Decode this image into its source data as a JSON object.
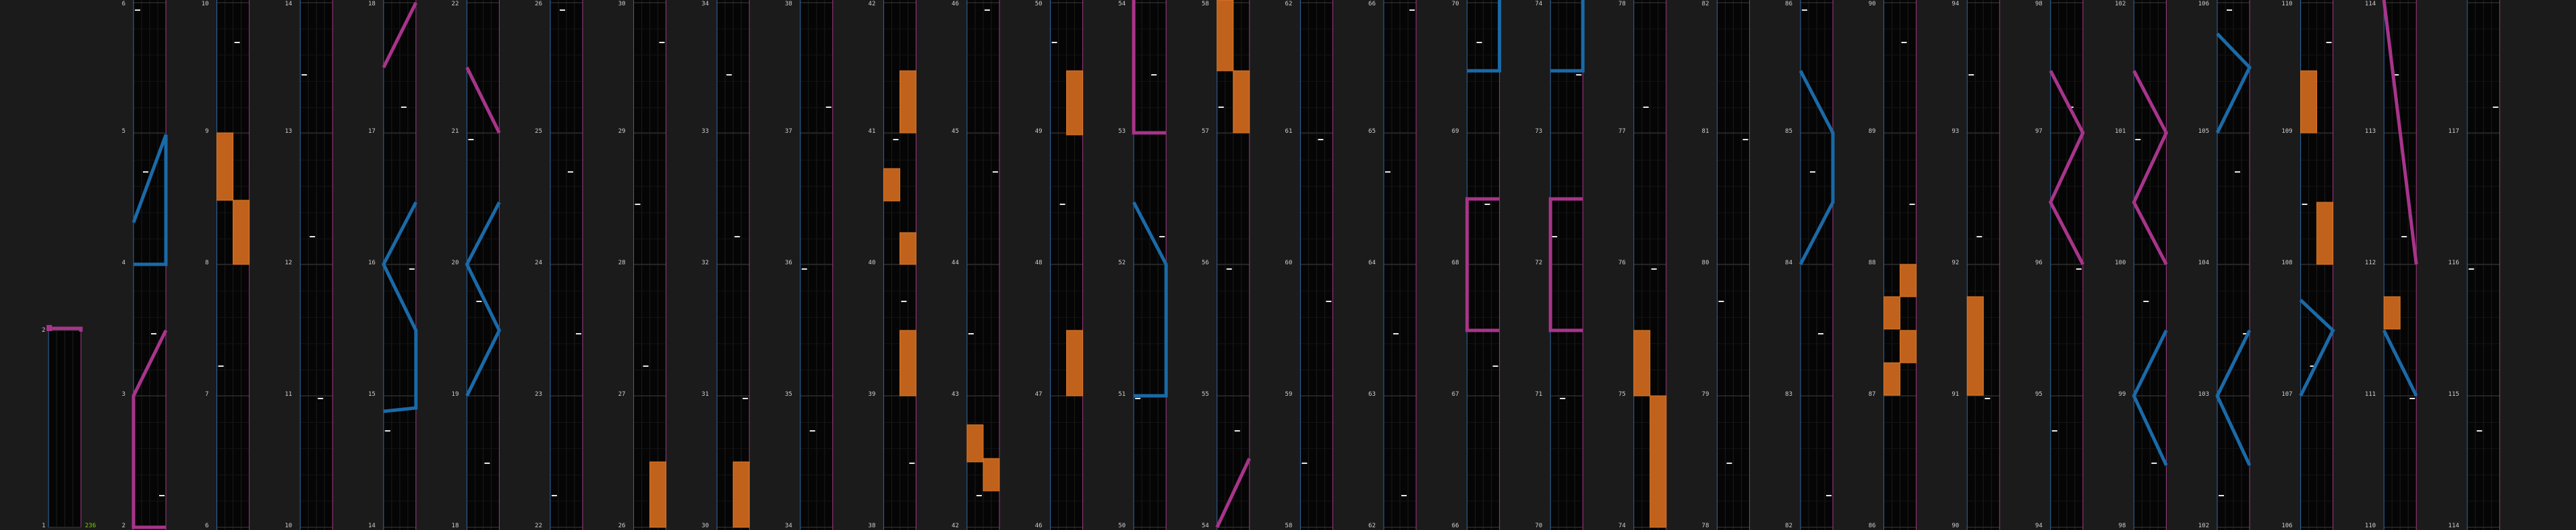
{
  "app": {
    "frame_counter": "236",
    "colors": {
      "background": "#1b1b1b",
      "column_bg": "#050505",
      "grid": "#2a2a2a",
      "left_border": "#2c6aa6",
      "right_border": "#a33a86",
      "label": "#cfcfcf",
      "counter": "#7dd000",
      "tick": "#e8e8e8",
      "note_orange": "#c0621c",
      "note_border": "#e07a28",
      "note_gold": "#d8a020",
      "hold_blue": "#1a6aa8",
      "hold_magenta": "#a8348a"
    }
  },
  "column1": {
    "label_bottom": "1",
    "label_top": "2"
  },
  "measure_labels": [
    [
      "2",
      "3",
      "4",
      "5",
      "6"
    ],
    [
      "6",
      "7",
      "8",
      "9",
      "10"
    ],
    [
      "10",
      "11",
      "12",
      "13",
      "14"
    ],
    [
      "14",
      "15",
      "16",
      "17",
      "18"
    ],
    [
      "18",
      "19",
      "20",
      "21",
      "22"
    ],
    [
      "22",
      "23",
      "24",
      "25",
      "26"
    ],
    [
      "26",
      "27",
      "28",
      "29",
      "30"
    ],
    [
      "30",
      "31",
      "32",
      "33",
      "34"
    ],
    [
      "34",
      "35",
      "36",
      "37",
      "38"
    ],
    [
      "38",
      "39",
      "40",
      "41",
      "42"
    ],
    [
      "42",
      "43",
      "44",
      "45",
      "46"
    ],
    [
      "46",
      "47",
      "48",
      "49",
      "50"
    ],
    [
      "50",
      "51",
      "52",
      "53",
      "54"
    ],
    [
      "54",
      "55",
      "56",
      "57",
      "58"
    ],
    [
      "58",
      "59",
      "60",
      "61",
      "62"
    ],
    [
      "62",
      "63",
      "64",
      "65",
      "66"
    ],
    [
      "66",
      "67",
      "68",
      "69",
      "70"
    ],
    [
      "70",
      "71",
      "72",
      "73",
      "74"
    ],
    [
      "74",
      "75",
      "76",
      "77",
      "78"
    ],
    [
      "78",
      "79",
      "80",
      "81",
      "82"
    ],
    [
      "82",
      "83",
      "84",
      "85",
      "86"
    ],
    [
      "86",
      "87",
      "88",
      "89",
      "90"
    ],
    [
      "90",
      "91",
      "92",
      "93",
      "94"
    ],
    [
      "94",
      "95",
      "96",
      "97",
      "98"
    ],
    [
      "98",
      "99",
      "100",
      "101",
      "102"
    ],
    [
      "102",
      "103",
      "104",
      "105",
      "106"
    ],
    [
      "106",
      "107",
      "108",
      "109",
      "110"
    ],
    [
      "110",
      "111",
      "112",
      "113",
      "114"
    ],
    [
      "114",
      "115",
      "116",
      "117",
      ""
    ]
  ]
}
